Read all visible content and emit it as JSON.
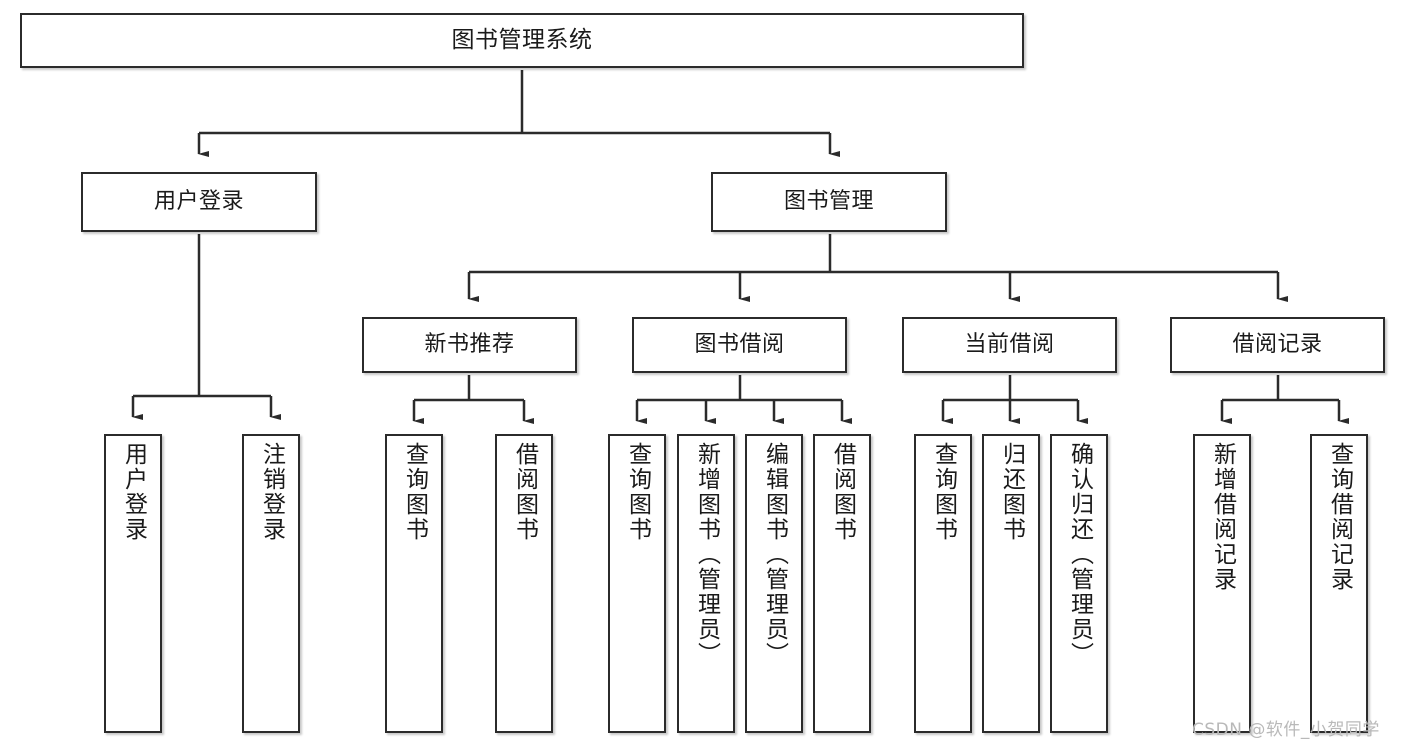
{
  "diagram": {
    "title": "图书管理系统",
    "type": "hierarchy-tree",
    "watermark": "CSDN @软件_小贺同学",
    "colors": {
      "box_border": "#2b2b2b",
      "box_fill": "#ffffff",
      "edge": "#1f1f1f",
      "text": "#1a1a1a",
      "watermark": "#b9b9b9"
    },
    "nodes": {
      "root": {
        "label": "图书管理系统"
      },
      "level2": [
        {
          "label": "用户登录"
        },
        {
          "label": "图书管理"
        }
      ],
      "level3": [
        {
          "label": "新书推荐"
        },
        {
          "label": "图书借阅"
        },
        {
          "label": "当前借阅"
        },
        {
          "label": "借阅记录"
        }
      ],
      "leaves": {
        "user_login": [
          {
            "label": "用户登录"
          },
          {
            "label": "注销登录"
          }
        ],
        "new_book_recommend": [
          {
            "label": "查询图书"
          },
          {
            "label": "借阅图书"
          }
        ],
        "book_borrow": [
          {
            "label": "查询图书"
          },
          {
            "label": "新增图书（管理员）"
          },
          {
            "label": "编辑图书（管理员）"
          },
          {
            "label": "借阅图书"
          }
        ],
        "current_borrow": [
          {
            "label": "查询图书"
          },
          {
            "label": "归还图书"
          },
          {
            "label": "确认归还（管理员）"
          }
        ],
        "borrow_record": [
          {
            "label": "新增借阅记录"
          },
          {
            "label": "查询借阅记录"
          }
        ]
      }
    }
  }
}
